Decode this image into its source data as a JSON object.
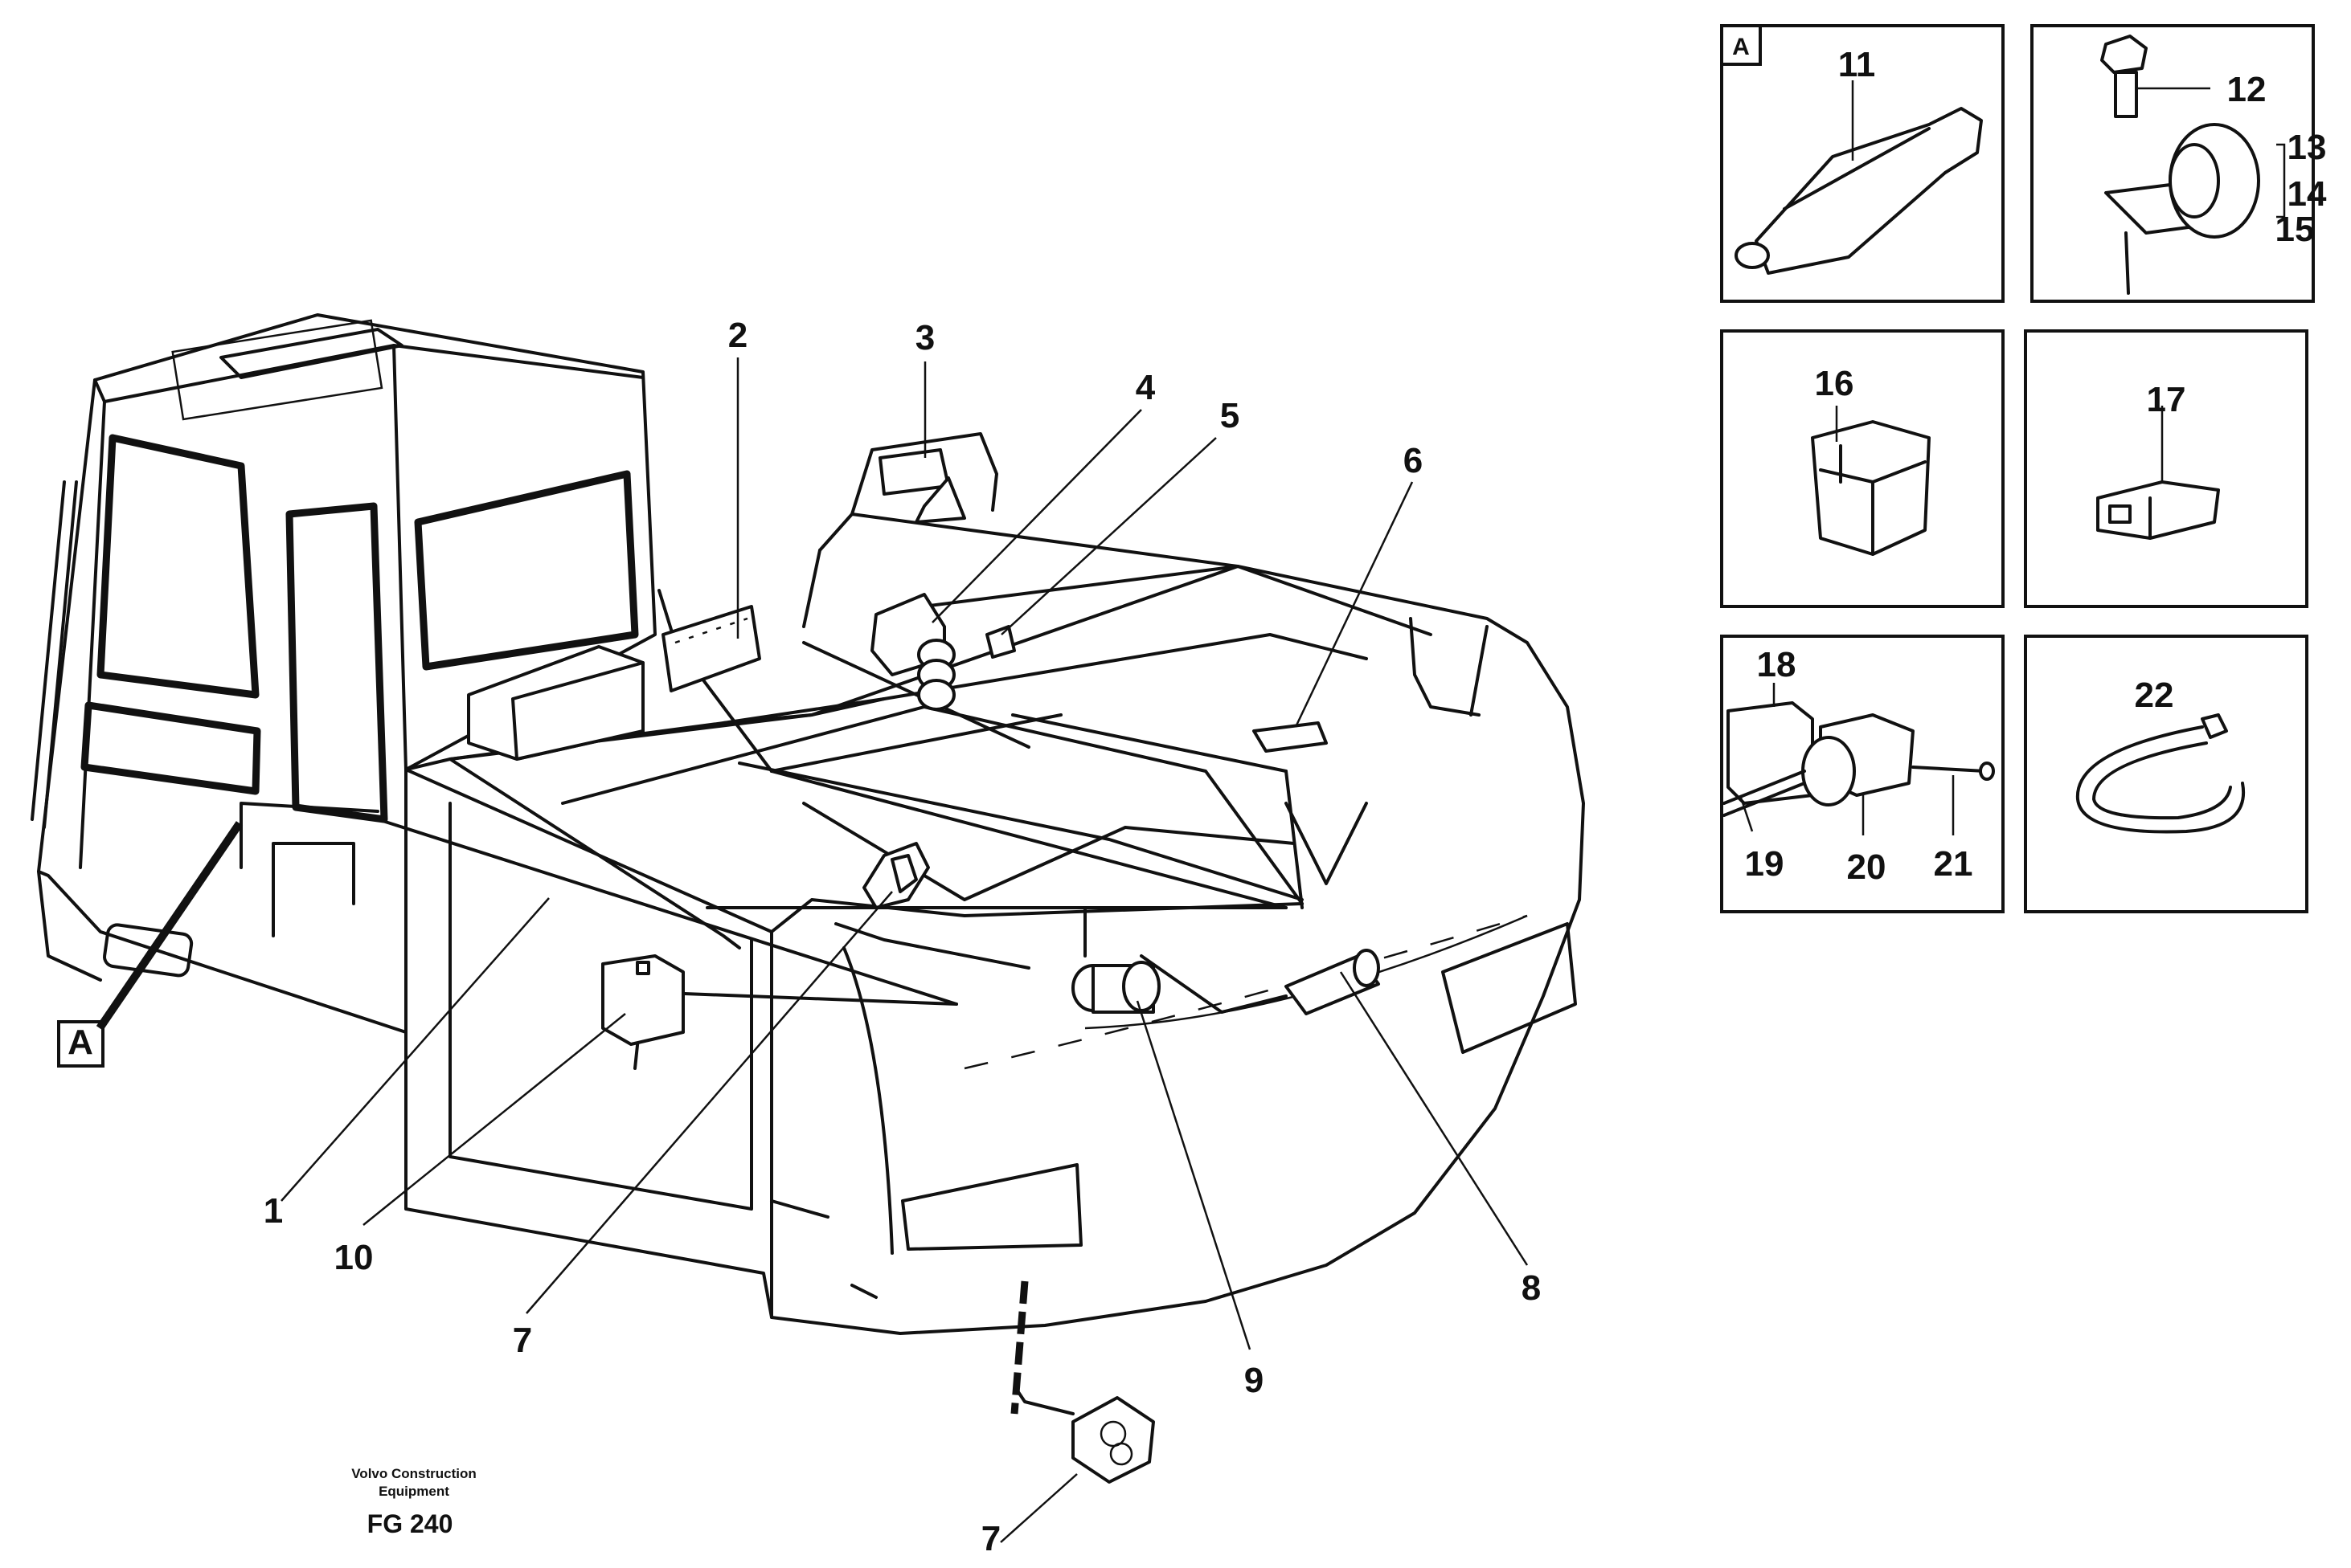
{
  "diagram": {
    "view_marker": "A",
    "credit": [
      "Volvo Construction",
      "Equipment"
    ],
    "figure_code": "FG 240",
    "callouts": {
      "c1": "1",
      "c2": "2",
      "c3": "3",
      "c4": "4",
      "c5": "5",
      "c6": "6",
      "c7a": "7",
      "c7b": "7",
      "c8": "8",
      "c9": "9",
      "c10": "10"
    },
    "detail_views": {
      "box_a_marker": "A",
      "p11": "11",
      "p12": "12",
      "p13": "13",
      "p14": "14",
      "p15": "15",
      "p16": "16",
      "p17": "17",
      "p18": "18",
      "p19": "19",
      "p20": "20",
      "p21": "21",
      "p22": "22"
    }
  }
}
